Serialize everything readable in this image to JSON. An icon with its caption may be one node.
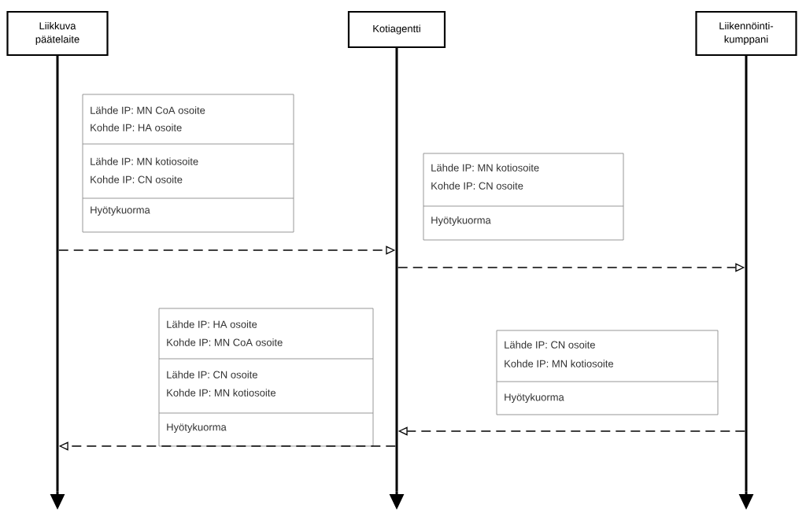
{
  "diagram": {
    "nodes": [
      {
        "text": [
          "Liikkuva päätelaite"
        ]
      },
      {
        "text": [
          "Kotiagentti"
        ]
      },
      {
        "text": [
          "Liikennöinti- kumppani"
        ]
      },
      {
        "text": [],
        "shape": "bar"
      },
      {
        "text": [],
        "shape": "bar"
      },
      {
        "text": [],
        "shape": "bar"
      },
      {
        "text": [
          "Lähde IP: MN CoA osoite",
          "Kohde IP: HA osoite",
          "Lähde IP: MN kotiosoite",
          "Kohde IP: CN osoite",
          "Hyötykuorma"
        ]
      },
      {
        "text": [
          "Lähde IP: MN kotiosoite",
          "Kohde IP: CN osoite",
          "Hyötykuorma"
        ]
      },
      {
        "text": [
          "Lähde IP: HA osoite",
          "Kohde IP: MN CoA osoite",
          "Lähde IP: CN osoite",
          "Kohde IP: MN kotiosoite",
          "Hyötykuorma"
        ]
      },
      {
        "text": [
          "Lähde IP: CN osoite",
          "Kohde IP: MN kotiosoite",
          "Hyötykuorma"
        ]
      }
    ],
    "edges": [
      {
        "from": 3,
        "to": null,
        "arrow": "to",
        "style": "thick"
      },
      {
        "from": 4,
        "to": null,
        "arrow": "to",
        "style": "thick"
      },
      {
        "from": 5,
        "to": null,
        "arrow": "to",
        "style": "thick"
      },
      {
        "from": 3,
        "to": 4,
        "arrow": "to",
        "style": "dashed"
      },
      {
        "from": 4,
        "to": 5,
        "arrow": "to",
        "style": "dashed"
      },
      {
        "from": 5,
        "to": 4,
        "arrow": "to",
        "style": "dashed"
      },
      {
        "from": 4,
        "to": 3,
        "arrow": "to",
        "style": "dashed"
      }
    ]
  }
}
